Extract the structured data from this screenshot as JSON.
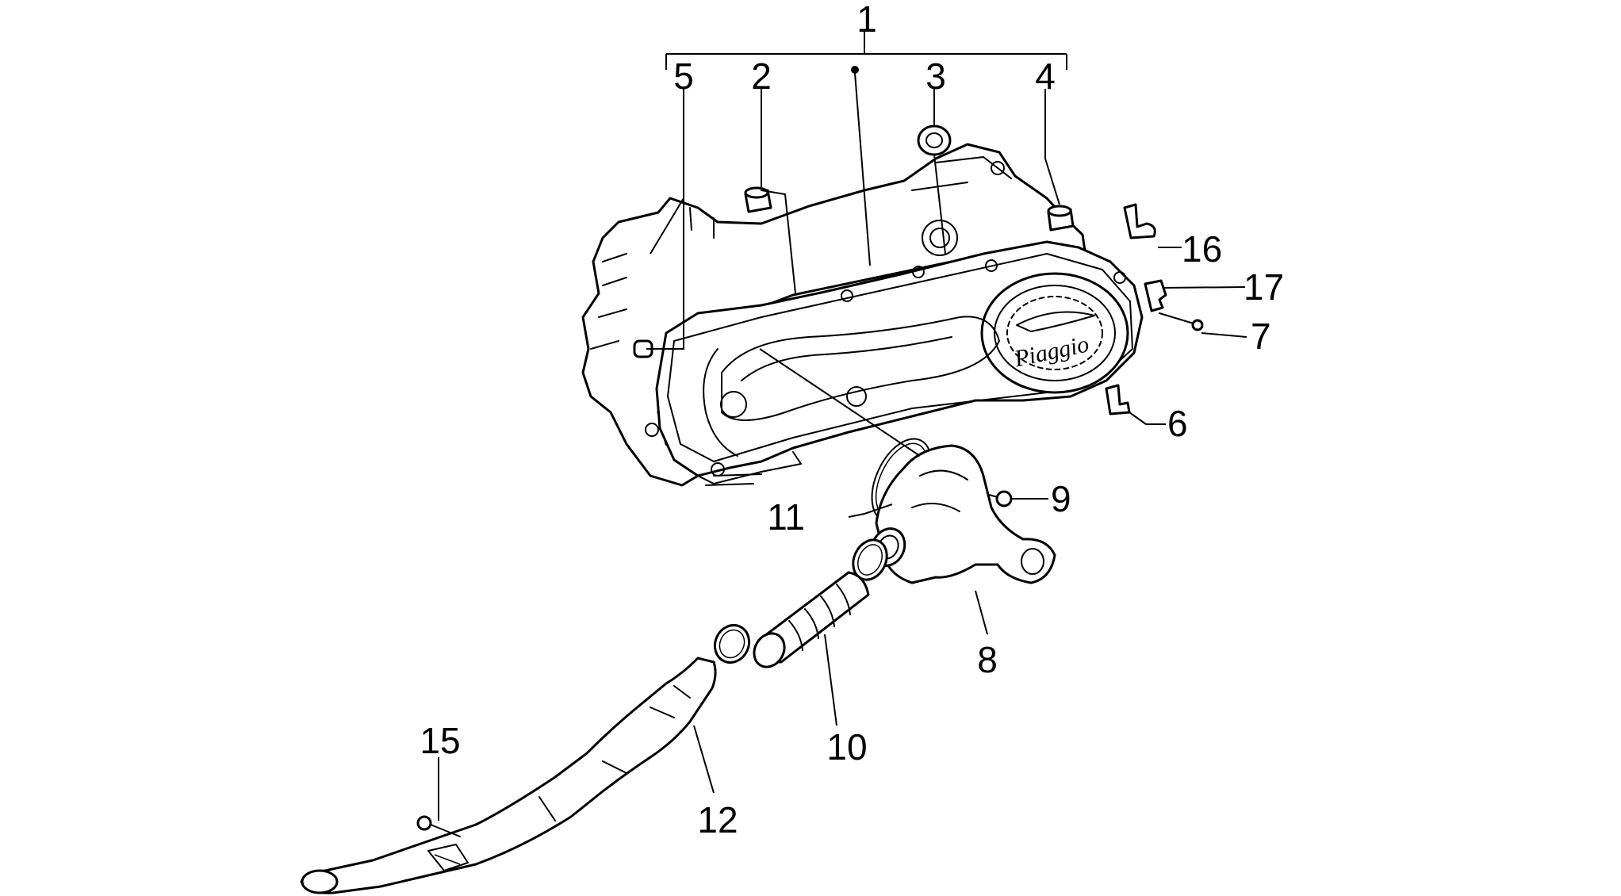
{
  "callouts": {
    "c1": "1",
    "c2": "2",
    "c3": "3",
    "c4": "4",
    "c5": "5",
    "c6": "6",
    "c7": "7",
    "c8": "8",
    "c9": "9",
    "c10": "10",
    "c11": "11",
    "c12": "12",
    "c15": "15",
    "c16": "16",
    "c17": "17"
  },
  "logo": "Piaggio",
  "colors": {
    "ink": "#000000",
    "paper": "#ffffff"
  }
}
